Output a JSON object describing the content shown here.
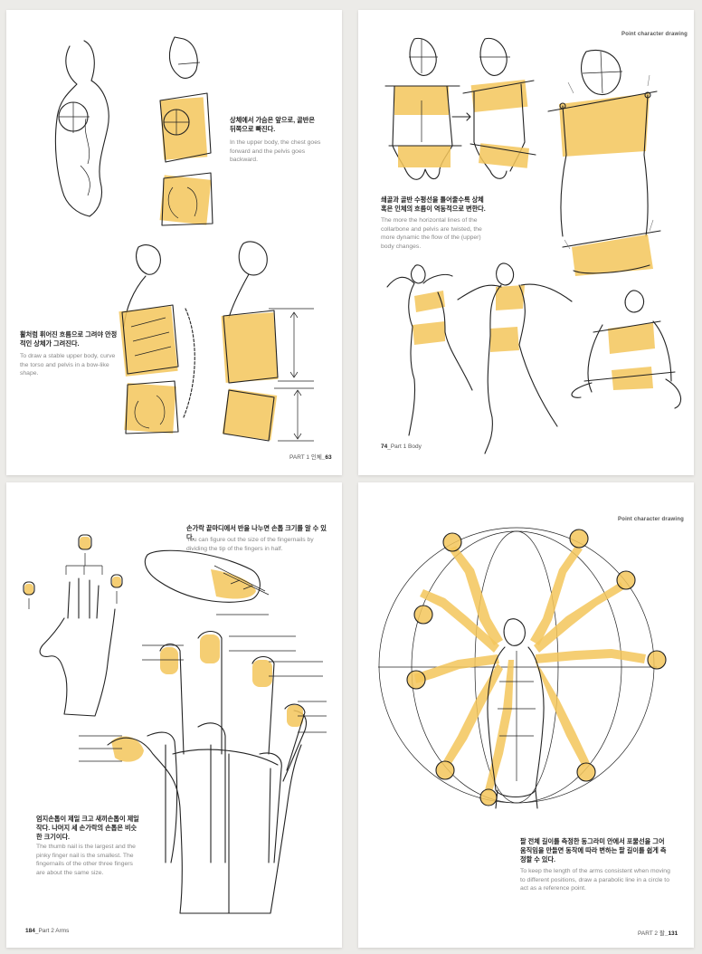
{
  "accent_color": "#f3c65a",
  "pages": {
    "p1": {
      "ko_1": "상체에서 가슴은 앞으로, 골반은 뒤쪽으로 빠진다.",
      "en_1": "In the upper body, the chest goes forward and the pelvis goes backward.",
      "ko_2": "활처럼 휘어진 흐름으로 그려야 안정적인 상체가 그려진다.",
      "en_2": "To draw a stable upper body, curve the torso and pelvis in a bow-like shape.",
      "folio_part": "PART 1 인체",
      "folio_num": "_63"
    },
    "p2": {
      "ko_1": "쇄골과 골반 수평선을 틀어줄수록 상체 혹은 인체의 흐름이 역동적으로 변한다.",
      "en_1": "The more the horizontal lines of the collarbone and pelvis are twisted, the more dynamic the flow of the (upper) body changes.",
      "folio_num": "74",
      "folio_part": "_Part 1 Body"
    },
    "p3": {
      "ko_1": "손가락 끝마디에서 반을 나누면 손톱 크기를 알 수 있다.",
      "en_1": "You can figure out the size of the fingernails by dividing the tip of the fingers in half.",
      "ko_2": "엄지손톱이 제일 크고 새끼손톱이 제일 작다. 나머지 세 손가락의 손톱은 비슷한 크기이다.",
      "en_2": "The thumb nail is the largest and the pinky finger nail is the smallest. The fingernails of the other three fingers are about the same size.",
      "folio_num": "184",
      "folio_part": "_Part 2 Arms"
    },
    "p4": {
      "ko_1": "팔 전체 길이를 측정한 동그라미 안에서 포물선을 그어 움직임을 만들면 동작에 따라 변하는 팔 길이를 쉽게 측정할 수 있다.",
      "en_1": "To keep the length of the arms consistent when moving to different positions, draw a parabolic line in a circle to act as a reference point.",
      "folio_part": "PART 2 팔",
      "folio_num": "_131"
    },
    "header": "Point character drawing"
  }
}
